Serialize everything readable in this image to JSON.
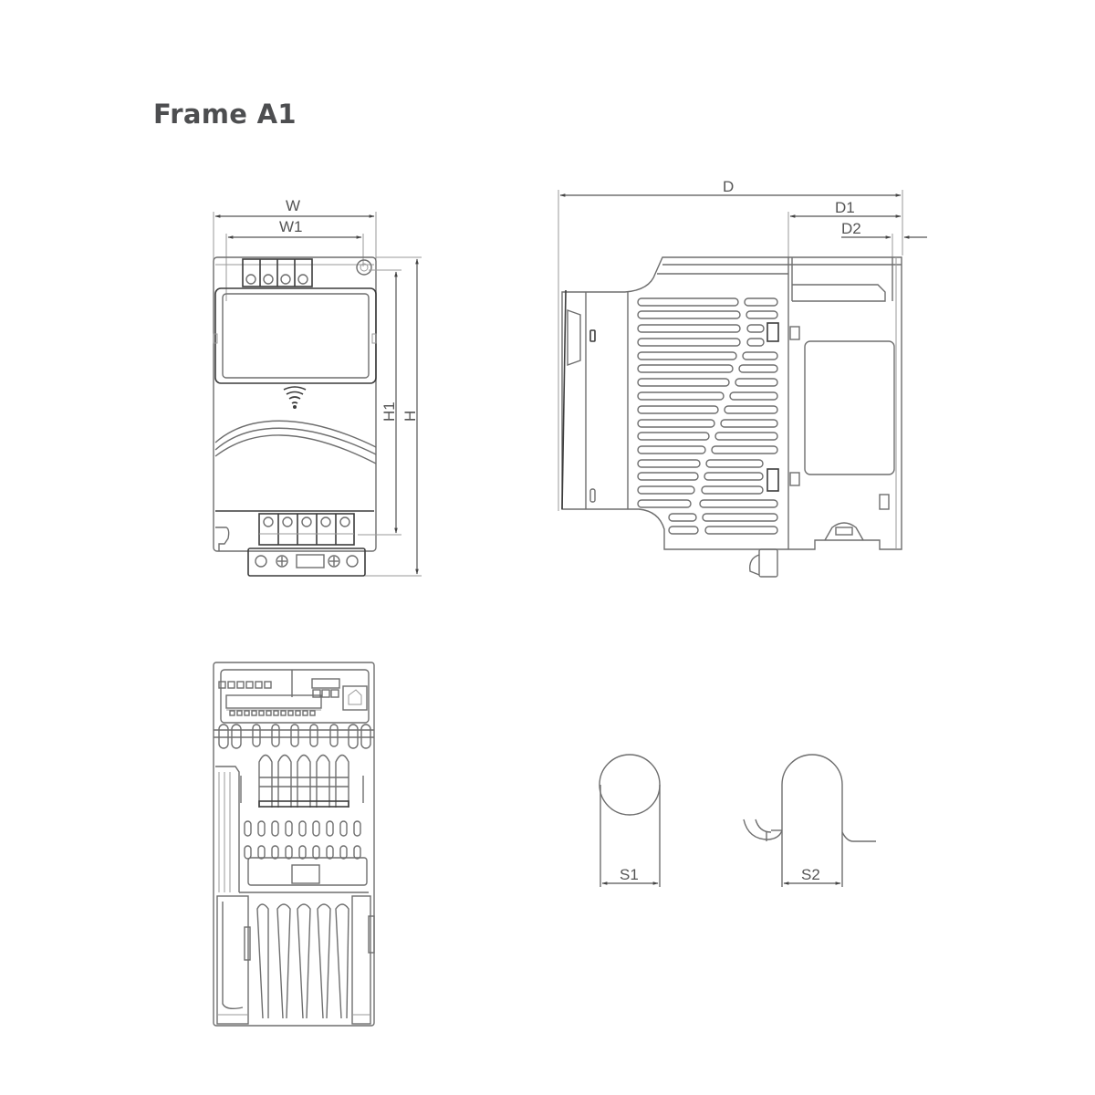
{
  "title": "Frame A1",
  "front_view": {
    "dimensions": {
      "width": "W",
      "width_mount": "W1",
      "height": "H",
      "height_mount": "H1"
    }
  },
  "side_view": {
    "dimensions": {
      "depth": "D",
      "depth_1": "D1",
      "depth_2": "D2"
    }
  },
  "bottom_view": {},
  "slot_details": {
    "slot_1_label": "S1",
    "slot_2_label": "S2"
  },
  "colors": {
    "title": "#4d4e50",
    "line": "#6e6e6e",
    "dim": "#555555"
  }
}
